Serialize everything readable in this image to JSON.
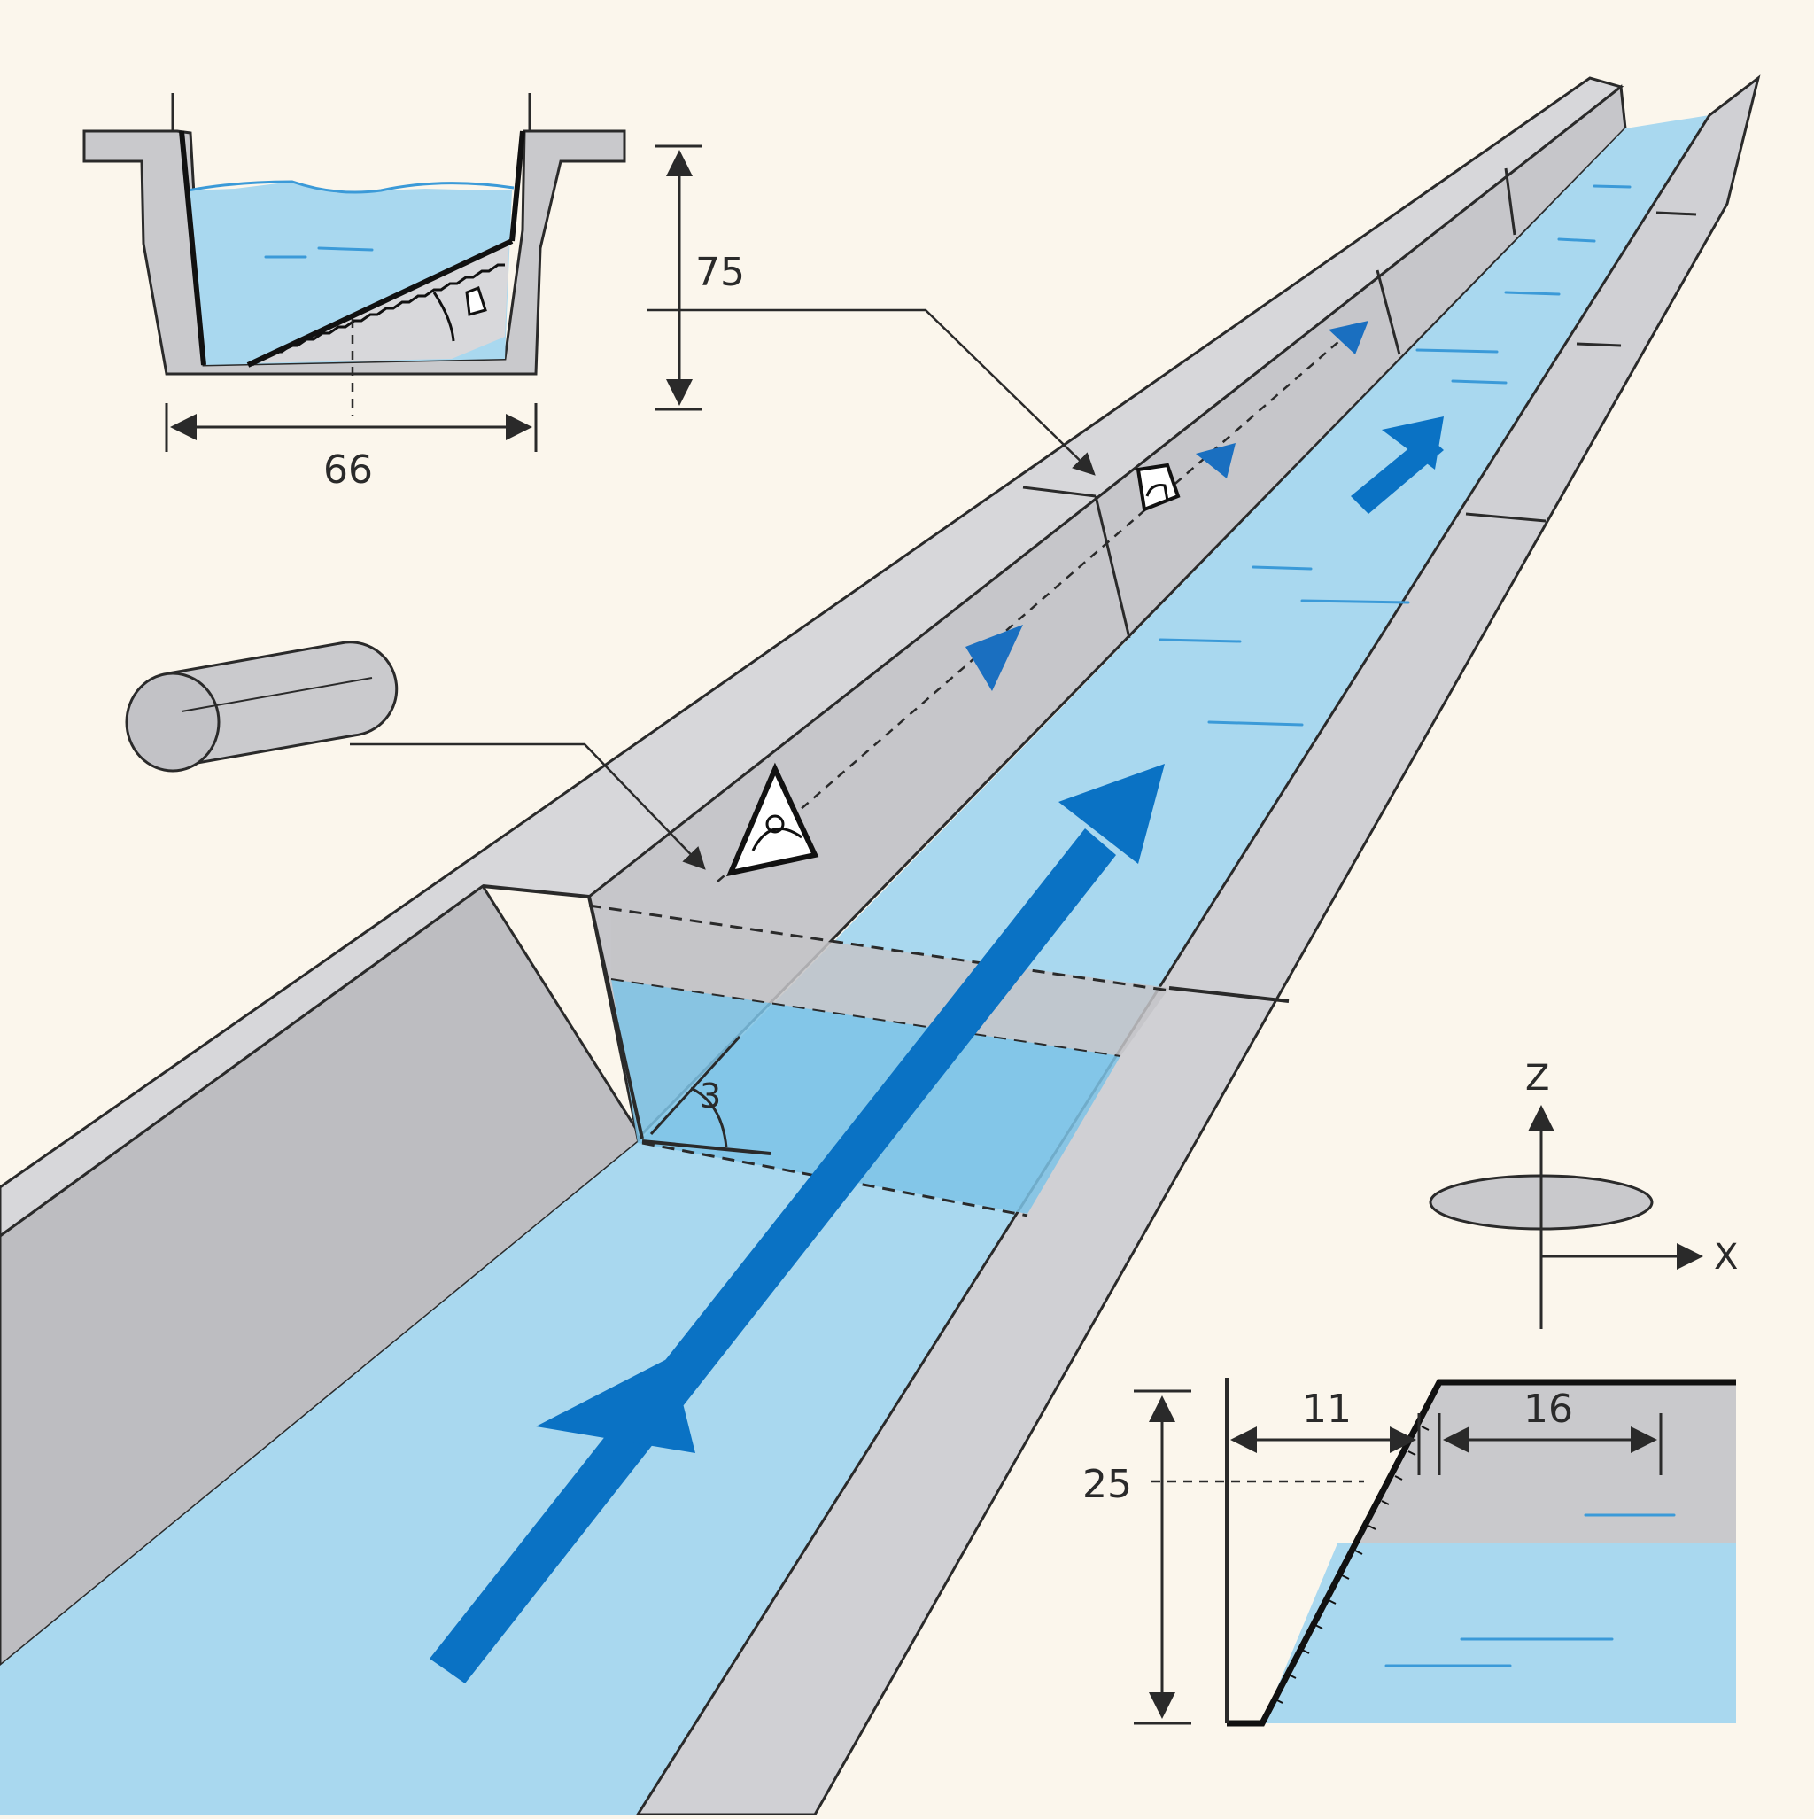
{
  "diagram": {
    "colors": {
      "background": "#fbf6ec",
      "concrete": "#c9c9cc",
      "concrete_dark": "#b8b8bc",
      "concrete_top": "#d9d9dc",
      "water": "#a9d8ef",
      "water_deep": "#7cc3e6",
      "flow_arrow": "#0a72c4",
      "outline": "#2a2a2a"
    },
    "cross_section": {
      "width_label": "66",
      "height_label": "75"
    },
    "channel": {
      "slope_angle_label": "3"
    },
    "axes": {
      "z_label": "Z",
      "x_label": "X"
    },
    "side_profile": {
      "run_label": "11",
      "top_label": "16",
      "depth_label": "25"
    },
    "icons": [
      "cylinder-icon",
      "level-marker-icon",
      "survey-marker-icon",
      "flow-arrow-icon"
    ]
  }
}
